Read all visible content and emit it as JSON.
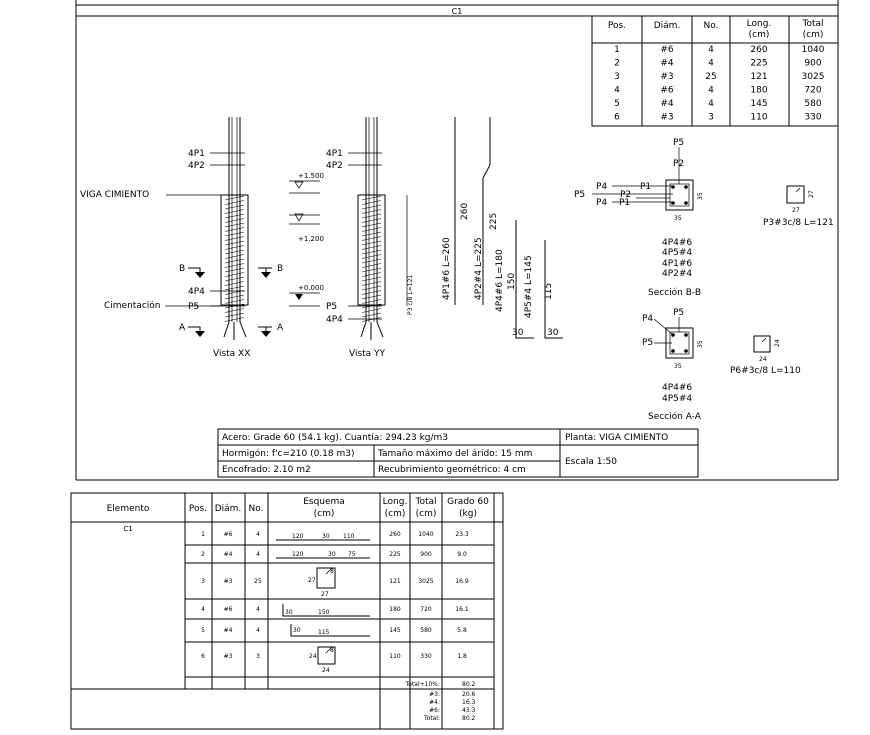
{
  "sheet_title": "C1",
  "pos_table": {
    "headers": [
      "Pos.",
      "Diám.",
      "No.",
      "Long.\n(cm)",
      "Total\n(cm)"
    ],
    "rows": [
      [
        "1",
        "#6",
        "4",
        "260",
        "1040"
      ],
      [
        "2",
        "#4",
        "4",
        "225",
        "900"
      ],
      [
        "3",
        "#3",
        "25",
        "121",
        "3025"
      ],
      [
        "4",
        "#6",
        "4",
        "180",
        "720"
      ],
      [
        "5",
        "#4",
        "4",
        "145",
        "580"
      ],
      [
        "6",
        "#3",
        "3",
        "110",
        "330"
      ]
    ]
  },
  "labels": {
    "viga_cimiento": "VIGA CIMIENTO",
    "cimentacion": "Cimentación",
    "vista_xx": "Vista XX",
    "vista_yy": "Vista YY",
    "p1": "4P1",
    "p2": "4P2",
    "p4": "4P4",
    "p5": "P5",
    "sec_b": "B",
    "sec_a": "A",
    "lvl1": "+1.500",
    "lvl2": "+1.200",
    "lvl3": "+0.000",
    "bar1": "4P1#6 L=260",
    "bar1_dim": "260",
    "bar2": "4P2#4 L=225",
    "bar2_dim": "225",
    "bar4": "4P4#6 L=180",
    "bar4_dim": "150",
    "bar5": "4P5#4 L=145",
    "bar5_dim": "115",
    "bar_hook": "30",
    "stirrup_small": "P3 c/8 L=121",
    "sec_bb_title": "Sección B-B",
    "sec_aa_title": "Sección A-A",
    "sec_bb_list": [
      "4P4#6",
      "4P5#4",
      "4P1#6",
      "4P2#4"
    ],
    "sec_aa_list": [
      "4P4#6",
      "4P5#4"
    ],
    "p2s": "P2",
    "p4s": "P4",
    "p1s": "P1",
    "p2b": "P2",
    "dim35": "35",
    "dim27": "27",
    "dim24": "24",
    "p3_note": "P3#3c/8 L=121",
    "p6_note": "P6#3c/8 L=110"
  },
  "info_box": {
    "acero": "Acero: Grade 60 (54.1 kg). Cuantía: 294.23 kg/m3",
    "planta": "Planta: VIGA CIMIENTO",
    "hormigon": "Hormigón: f'c=210 (0.18 m3)",
    "tamano": "Tamaño máximo del árido: 15 mm",
    "escala": "Escala 1:50",
    "encofrado": "Encofrado: 2.10 m2",
    "recubrimiento": "Recubrimiento geométrico: 4 cm"
  },
  "schedule": {
    "headers": [
      "Elemento",
      "Pos.",
      "Diám.",
      "No.",
      "Esquema\n(cm)",
      "Long.\n(cm)",
      "Total\n(cm)",
      "Grado 60\n(kg)"
    ],
    "element": "C1",
    "rows": [
      {
        "pos": "1",
        "diam": "#6",
        "no": "4",
        "schema": [
          "120",
          "30",
          "110"
        ],
        "long": "260",
        "total": "1040",
        "kg": "23.3"
      },
      {
        "pos": "2",
        "diam": "#4",
        "no": "4",
        "schema": [
          "120",
          "30",
          "75"
        ],
        "long": "225",
        "total": "900",
        "kg": "9.0"
      },
      {
        "pos": "3",
        "diam": "#3",
        "no": "25",
        "schema": [
          "27",
          "27",
          "8"
        ],
        "long": "121",
        "total": "3025",
        "kg": "16.9"
      },
      {
        "pos": "4",
        "diam": "#6",
        "no": "4",
        "schema": [
          "30",
          "150"
        ],
        "long": "180",
        "total": "720",
        "kg": "16.1"
      },
      {
        "pos": "5",
        "diam": "#4",
        "no": "4",
        "schema": [
          "30",
          "115"
        ],
        "long": "145",
        "total": "580",
        "kg": "5.8"
      },
      {
        "pos": "6",
        "diam": "#3",
        "no": "3",
        "schema": [
          "24",
          "24",
          "8"
        ],
        "long": "110",
        "total": "330",
        "kg": "1.8"
      }
    ],
    "total_label": "Total+10%:",
    "total_value": "80.2",
    "summary": [
      {
        "label": "#3:",
        "value": "20.6"
      },
      {
        "label": "#4:",
        "value": "16.3"
      },
      {
        "label": "#6:",
        "value": "43.3"
      },
      {
        "label": "Total:",
        "value": "80.2"
      }
    ]
  }
}
